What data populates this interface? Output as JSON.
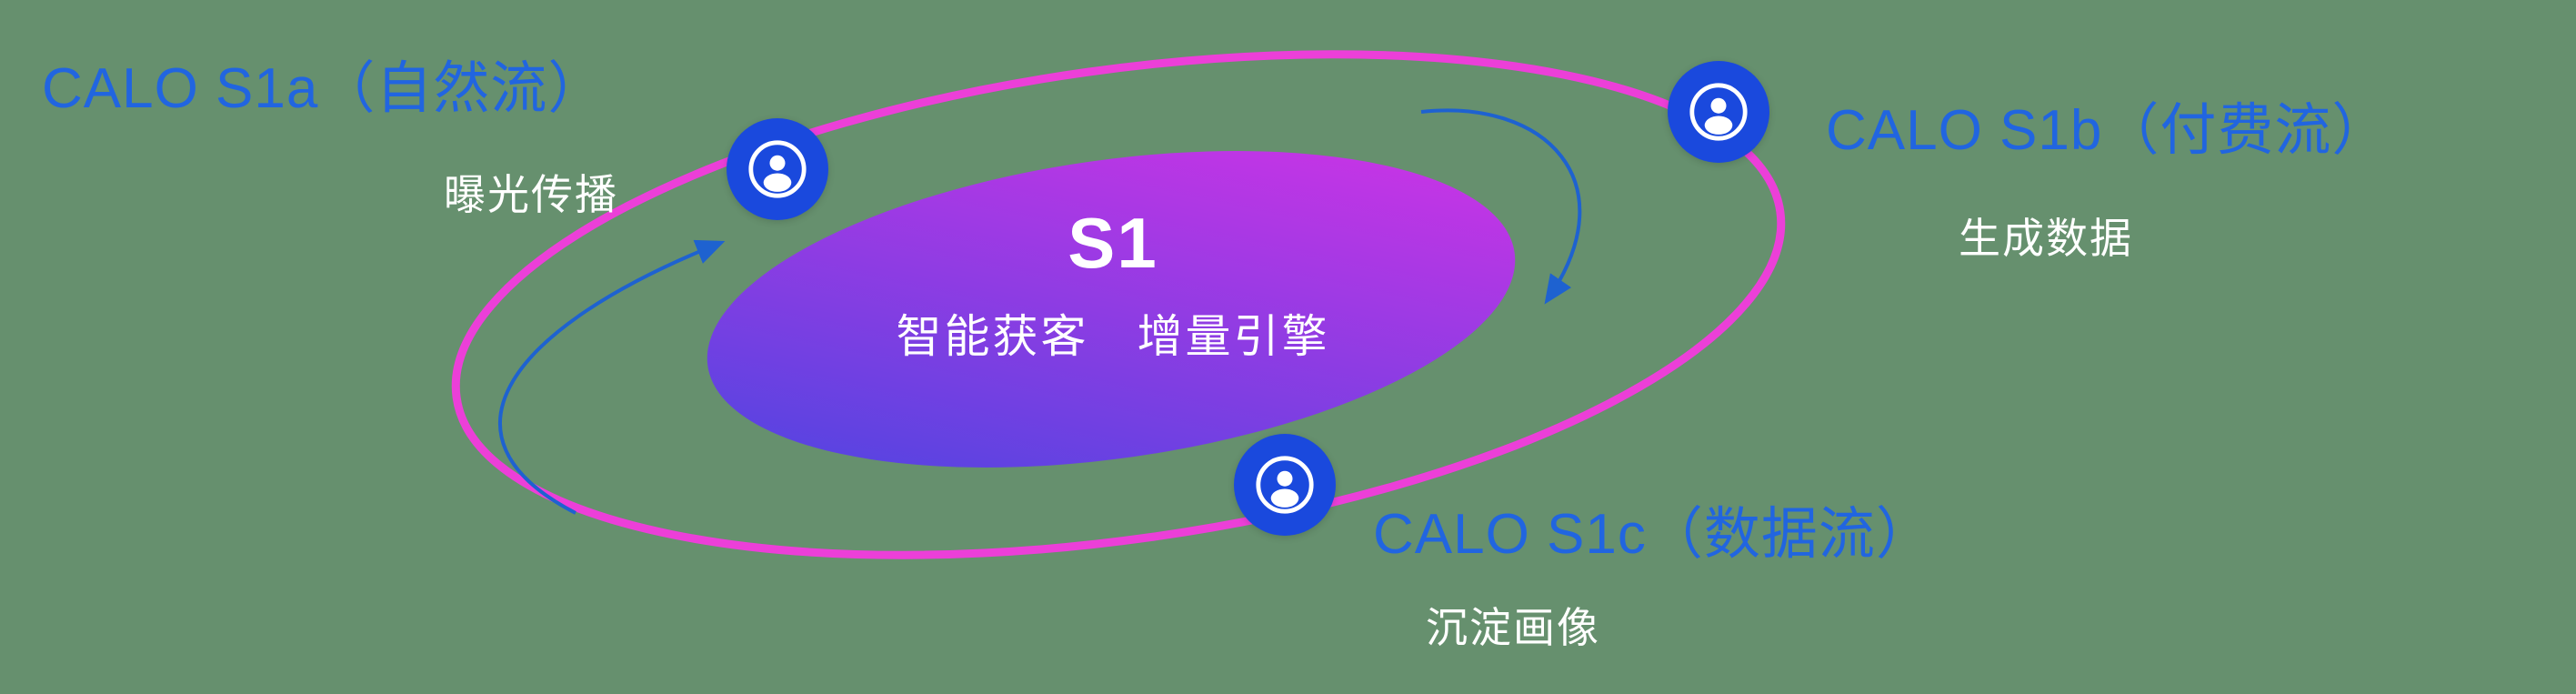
{
  "background_color": "#66906E",
  "center": {
    "title": "S1",
    "subtitle": "智能获客　增量引擎",
    "gradient_start": "#4646E0",
    "gradient_end": "#D832E6"
  },
  "orbit": {
    "ring_color": "#EC3FD8"
  },
  "nodes": [
    {
      "id": "s1a",
      "label": "CALO S1a（自然流）",
      "sublabel": "曝光传播"
    },
    {
      "id": "s1b",
      "label": "CALO S1b（付费流）",
      "sublabel": "生成数据"
    },
    {
      "id": "s1c",
      "label": "CALO S1c（数据流）",
      "sublabel": "沉淀画像"
    }
  ],
  "colors": {
    "label_blue": "#2165E0",
    "node_blue": "#1A49DD",
    "arrow_blue": "#1E62D0",
    "text_white": "#FFFFFF"
  }
}
